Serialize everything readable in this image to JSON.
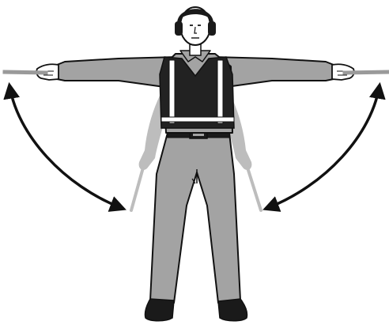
{
  "figure": {
    "subject": "marshaller-signal",
    "colors": {
      "background": "#ffffff",
      "clothing": "#a3a3a3",
      "ghost_arm": "#bdbdbd",
      "vest": "#222222",
      "reflective_stripe": "#ffffff",
      "skin": "#ffffff",
      "outline": "#111111",
      "arrow": "#111111",
      "wand": "#9a9a9a"
    },
    "icons": {
      "left_arrow": "curved-arrow-down-left",
      "right_arrow": "curved-arrow-down-right",
      "ear_defenders": "ear-defenders-icon",
      "wands": "marshalling-wand-icon"
    }
  }
}
